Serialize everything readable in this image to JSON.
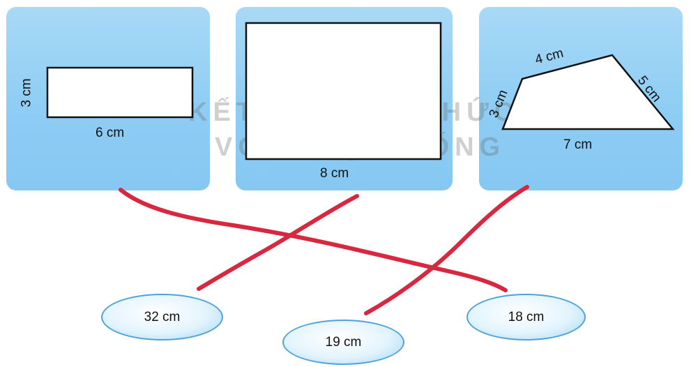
{
  "shapes": {
    "rectangle": {
      "width_label": "6 cm",
      "height_label": "3 cm"
    },
    "square": {
      "side_label": "8 cm"
    },
    "trapezoid": {
      "top_label": "4 cm",
      "left_label": "3 cm",
      "right_label": "5 cm",
      "bottom_label": "7 cm"
    }
  },
  "answers": {
    "a": "32 cm",
    "b": "19 cm",
    "c": "18 cm"
  },
  "watermark": {
    "line1": "KẾT NỐI TRI THỨC",
    "line2": "VỚI CUỘC SỐNG"
  },
  "colors": {
    "card": "#8ecdf4",
    "oval_border": "#4fa3d9",
    "match_line": "#d8283f"
  },
  "matches": [
    {
      "shape": "rectangle",
      "answer": "18 cm"
    },
    {
      "shape": "square",
      "answer": "32 cm"
    },
    {
      "shape": "trapezoid",
      "answer": "19 cm"
    }
  ]
}
